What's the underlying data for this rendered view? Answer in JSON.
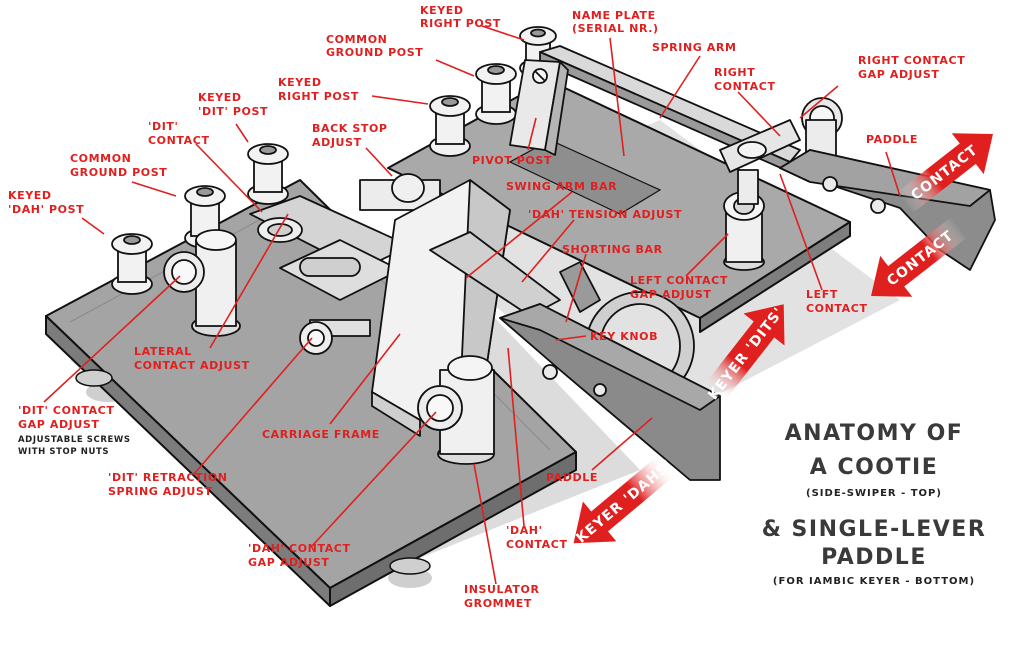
{
  "title": {
    "line1": "ANATOMY OF",
    "line2": "A COOTIE",
    "line3": "(SIDE-SWIPER - TOP)",
    "line4": "& SINGLE-LEVER",
    "line5": "PADDLE",
    "line6": "(FOR IAMBIC KEYER - BOTTOM)"
  },
  "labels": {
    "keyed_right_post_top": [
      "KEYED",
      "RIGHT POST"
    ],
    "name_plate": [
      "NAME PLATE",
      "(SERIAL NR.)"
    ],
    "spring_arm": [
      "SPRING ARM"
    ],
    "right_contact_gap_adjust": [
      "RIGHT CONTACT",
      "GAP ADJUST"
    ],
    "common_ground_post_top": [
      "COMMON",
      "GROUND POST"
    ],
    "right_contact": [
      "RIGHT",
      "CONTACT"
    ],
    "keyed_right_post_mid": [
      "KEYED",
      "RIGHT POST"
    ],
    "paddle_top": [
      "PADDLE"
    ],
    "keyed_dit_post": [
      "KEYED",
      "'DIT' POST"
    ],
    "back_stop_adjust": [
      "BACK STOP",
      "ADJUST"
    ],
    "dit_contact": [
      "'DIT'",
      "CONTACT"
    ],
    "pivot_post": [
      "PIVOT POST"
    ],
    "common_ground_post_left": [
      "COMMON",
      "GROUND POST"
    ],
    "swing_arm_bar": [
      "SWING ARM BAR"
    ],
    "keyed_dah_post": [
      "KEYED",
      "'DAH' POST"
    ],
    "dah_tension_adjust": [
      "'DAH' TENSION ADJUST"
    ],
    "shorting_bar": [
      "SHORTING BAR"
    ],
    "left_contact_gap_adjust": [
      "LEFT CONTACT",
      "GAP ADJUST"
    ],
    "left_contact": [
      "LEFT",
      "CONTACT"
    ],
    "key_knob": [
      "KEY KNOB"
    ],
    "lateral_contact_adjust": [
      "LATERAL",
      "CONTACT ADJUST"
    ],
    "dit_contact_gap_adjust": [
      "'DIT' CONTACT",
      "GAP ADJUST"
    ],
    "carriage_frame": [
      "CARRIAGE FRAME"
    ],
    "dit_retraction_spring_adjust": [
      "'DIT' RETRACTION",
      "SPRING ADJUST"
    ],
    "paddle_bottom": [
      "PADDLE"
    ],
    "dah_contact": [
      "'DAH'",
      "CONTACT"
    ],
    "dah_contact_gap_adjust": [
      "'DAH' CONTACT",
      "GAP ADJUST"
    ],
    "insulator_grommet": [
      "INSULATOR",
      "GROMMET"
    ]
  },
  "notes": {
    "adjustable_screws": [
      "ADJUSTABLE SCREWS",
      "WITH STOP NUTS"
    ]
  },
  "arrows": {
    "contact_upper": "CONTACT",
    "contact_lower": "CONTACT",
    "keyer_dits": "KEYER 'DITS'",
    "keyer_dahs": "KEYER 'DAHS'"
  },
  "colors": {
    "accent_red": "#e01f1f",
    "base_grey": "#a4a4a4",
    "metal_light": "#f2f2f2",
    "shadow_grey": "#d6d6d6",
    "outline": "#111111"
  }
}
